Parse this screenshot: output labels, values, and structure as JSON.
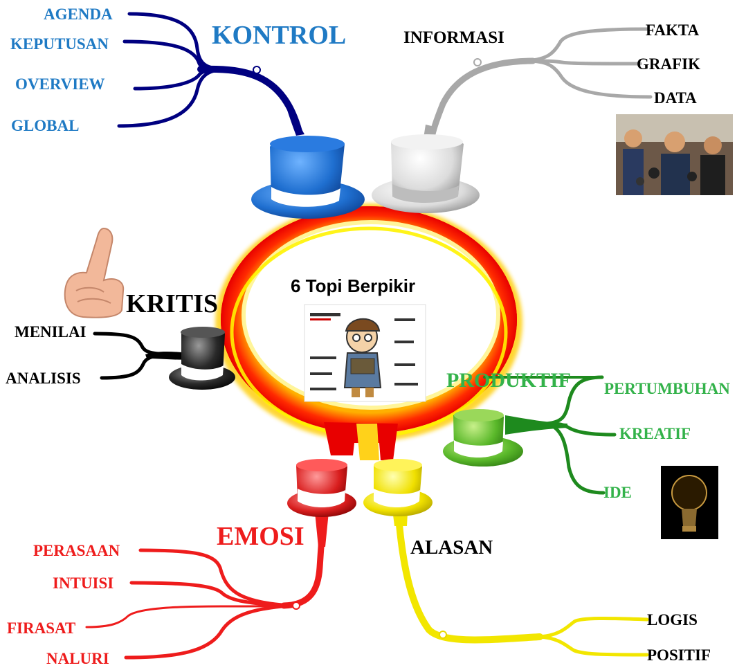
{
  "center": {
    "title": "6 Topi Berpikir"
  },
  "colors": {
    "blue": "#000080",
    "blue_text": "#1f7ac4",
    "gray": "#a8a8a8",
    "black": "#000000",
    "green": "#1e8a1e",
    "green_text": "#33b24a",
    "red": "#ee1c1c",
    "yellow": "#f2e600",
    "white": "#ffffff"
  },
  "branches": {
    "kontrol": {
      "title": "KONTROL",
      "items": [
        "AGENDA",
        "KEPUTUSAN",
        "OVERVIEW",
        "GLOBAL"
      ]
    },
    "informasi": {
      "title": "INFORMASI",
      "items": [
        "FAKTA",
        "GRAFIK",
        "DATA"
      ]
    },
    "kritis": {
      "title": "KRITIS",
      "items": [
        "MENILAI",
        "ANALISIS"
      ]
    },
    "produktif": {
      "title": "PRODUKTIF",
      "items": [
        "PERTUMBUHAN",
        "KREATIF",
        "IDE"
      ]
    },
    "emosi": {
      "title": "EMOSI",
      "items": [
        "PERASAAN",
        "INTUISI",
        "FIRASAT",
        "NALURI"
      ]
    },
    "alasan": {
      "title": "ALASAN",
      "items": [
        "LOGIS",
        "POSITIF"
      ]
    }
  },
  "icons": [
    "blue-hat-icon",
    "white-hat-icon",
    "black-hat-icon",
    "green-hat-icon",
    "red-hat-icon",
    "yellow-hat-icon",
    "pointing-finger-icon",
    "press-conference-photo-icon",
    "lightbulb-idea-icon",
    "cartoon-journalist-icon"
  ]
}
